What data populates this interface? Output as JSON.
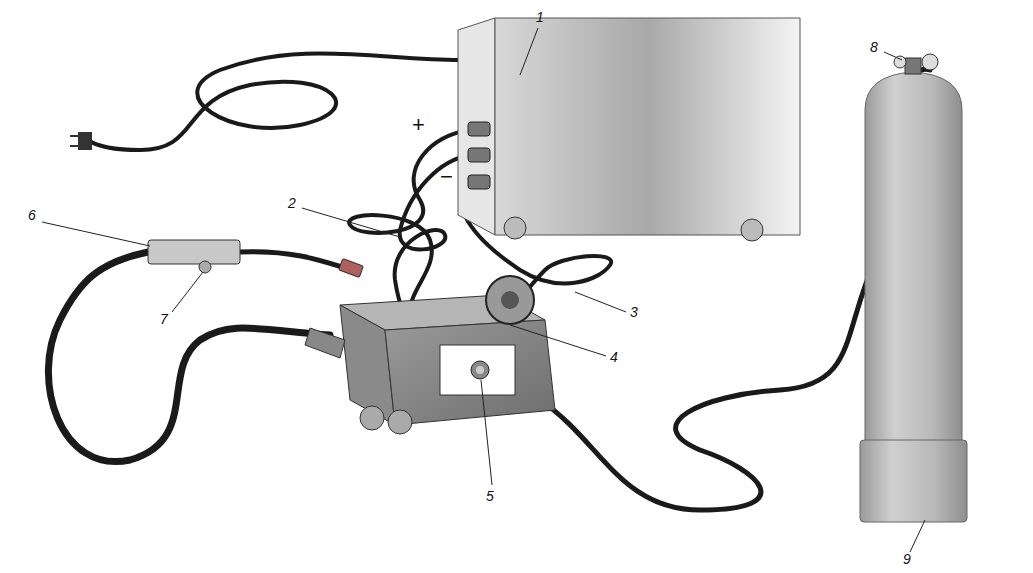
{
  "diagram": {
    "labels": [
      "1",
      "2",
      "3",
      "4",
      "5",
      "6",
      "7",
      "8",
      "9",
      "+",
      "−"
    ]
  }
}
